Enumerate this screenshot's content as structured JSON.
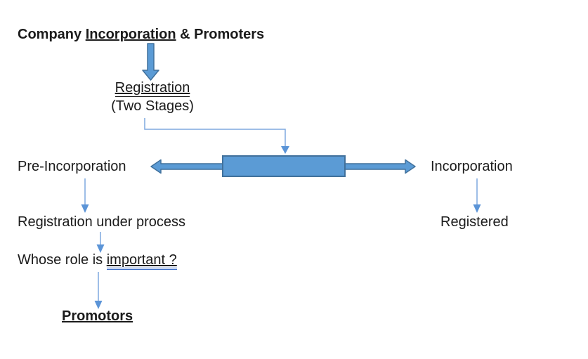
{
  "title": {
    "pre": "Company ",
    "underlined": "Incorporation",
    "post": " & Promoters"
  },
  "registration": {
    "label": "Registration",
    "subtitle": "(Two Stages)"
  },
  "stages": {
    "left_label": "Pre-Incorporation",
    "right_label": "Incorporation"
  },
  "left_branch": {
    "step1": "Registration under process",
    "step2_pre": "Whose role is ",
    "step2_underlined": "important ?",
    "step3": "Promotors"
  },
  "right_branch": {
    "step1": "Registered"
  },
  "icons": {
    "down_block_arrow": "down-block-arrow",
    "left_block_arrow": "left-block-arrow",
    "right_block_arrow": "right-block-arrow",
    "elbow_connector": "elbow-connector-down-arrow",
    "thin_down_arrow": "thin-down-arrow"
  },
  "colors": {
    "shape-fill": "#5B9BD5",
    "shape-border": "#41719C",
    "line-blue": "#7EA9DF",
    "arrowhead-blue": "#5B94D7",
    "text": "#1B1B1B",
    "grammar": "#3B6CC7"
  }
}
